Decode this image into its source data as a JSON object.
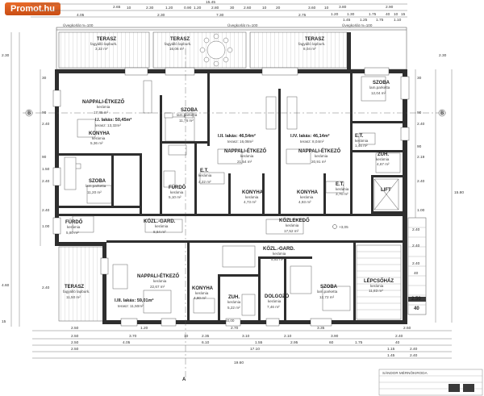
{
  "watermark": "Promot.hu",
  "top_dims": {
    "row1": [
      "2.65",
      "15.45",
      "3.80",
      "2.90"
    ],
    "row2": [
      "10",
      "2.30",
      "1.20",
      "0.90",
      "1.20",
      "2.80",
      "30",
      "2.60",
      "10",
      "20",
      "3.60",
      "10",
      "1.20",
      "1.30",
      "1.75",
      "40",
      "10",
      "15"
    ],
    "row3": [
      "4.05",
      "2.30",
      "7.30",
      "2.75",
      "1.45",
      "1.25",
      "1.75",
      "1.10"
    ]
  },
  "roof_notes": [
    "Üvegkorlát m=100",
    "Üvegkorlát m=100",
    "Üvegkorlát m=100"
  ],
  "rooms": [
    {
      "id": "terasz-nw",
      "name": "TERASZ",
      "sub": "fagyálló lapburk.",
      "area": "3,32 m²"
    },
    {
      "id": "terasz-n",
      "name": "TERASZ",
      "sub": "fagyálló lapburk.",
      "area": "16,06 m²"
    },
    {
      "id": "terasz-ne",
      "name": "TERASZ",
      "sub": "fagyálló lapburk.",
      "area": "8,04 m²"
    },
    {
      "id": "szoba-ne",
      "name": "SZOBA",
      "sub": "lam.parketta",
      "area": "12,04 m²"
    },
    {
      "id": "nappali-1",
      "name": "NAPPALI-ÉTKEZŐ",
      "sub": "kerámia",
      "area": "17,85 m²"
    },
    {
      "id": "szoba-1",
      "name": "SZOBA",
      "sub": "lam.parketta",
      "area": "11,76 m²"
    },
    {
      "id": "konyha-1",
      "name": "KONYHA",
      "sub": "kerámia",
      "area": "5,36 m²"
    },
    {
      "id": "nappali-2",
      "name": "NAPPALI-ÉTKEZŐ",
      "sub": "kerámia",
      "area": "21,54 m²"
    },
    {
      "id": "nappali-3",
      "name": "NAPPALI-ÉTKEZŐ",
      "sub": "kerámia",
      "area": "20,91 m²"
    },
    {
      "id": "et-ne",
      "name": "E.T.",
      "sub": "kerámia",
      "area": "1,46 m²"
    },
    {
      "id": "zuh-ne",
      "name": "ZUH.",
      "sub": "kerámia",
      "area": "4,67 m²"
    },
    {
      "id": "szoba-w",
      "name": "SZOBA",
      "sub": "lam.parketta",
      "area": "11,20 m²"
    },
    {
      "id": "furdo-1",
      "name": "FÜRDŐ",
      "sub": "kerámia",
      "area": "5,10 m²"
    },
    {
      "id": "et-1",
      "name": "E.T.",
      "sub": "kerámia",
      "area": "4,22 m²"
    },
    {
      "id": "konyha-2",
      "name": "KONYHA",
      "sub": "kerámia",
      "area": "4,73 m²"
    },
    {
      "id": "konyha-3",
      "name": "KONYHA",
      "sub": "kerámia",
      "area": "4,93 m²"
    },
    {
      "id": "et-2",
      "name": "E.T.",
      "sub": "kerámia",
      "area": "3,76 m²"
    },
    {
      "id": "lift",
      "name": "LIFT",
      "sub": "",
      "area": ""
    },
    {
      "id": "furdo-w",
      "name": "FÜRDŐ",
      "sub": "kerámia",
      "area": "5,80 m²"
    },
    {
      "id": "kozl-1",
      "name": "KÖZL.-GARD.",
      "sub": "kerámia",
      "area": "8,64 m²"
    },
    {
      "id": "kozlekedo",
      "name": "KÖZLEKEDŐ",
      "sub": "kerámia",
      "area": "17,52 m²"
    },
    {
      "id": "kozl-2",
      "name": "KÖZL.-GARD.",
      "sub": "kerámia",
      "area": "5,92 m²"
    },
    {
      "id": "nappali-4",
      "name": "NAPPALI-ÉTKEZŐ",
      "sub": "kerámia",
      "area": "22,67 m²"
    },
    {
      "id": "terasz-sw",
      "name": "TERASZ",
      "sub": "fagyálló lapburk.",
      "area": "11,50 m²"
    },
    {
      "id": "konyha-4",
      "name": "KONYHA",
      "sub": "kerámia",
      "area": "4,80 m²"
    },
    {
      "id": "zuh-s",
      "name": "ZUH.",
      "sub": "kerámia",
      "area": "5,22 m²"
    },
    {
      "id": "dolgozo",
      "name": "DOLGOZÓ",
      "sub": "kerámia",
      "area": "7,46 m²"
    },
    {
      "id": "szoba-s",
      "name": "SZOBA",
      "sub": "lam.parketta",
      "area": "12,72 m²"
    },
    {
      "id": "lepcsohaz",
      "name": "LÉPCSŐHÁZ",
      "sub": "kerámia",
      "area": "11,83 m²"
    }
  ],
  "apartments": [
    {
      "label": "I.I. lakás: 50,45m²",
      "terrace": "terasz: 13,32m²"
    },
    {
      "label": "I.II. lakás: 46,54m²",
      "terrace": "terasz: 16,08m²"
    },
    {
      "label": "I.IV. lakás: 46,14m²",
      "terrace": "terasz: 8,04m²"
    },
    {
      "label": "I.III. lakás: 59,01m²",
      "terrace": "terasz: 11,50m²"
    }
  ],
  "section_marks": {
    "left": "B",
    "right": "B",
    "bottom": "A"
  },
  "level": "+3,05",
  "zero_level": "±0,00",
  "left_dims": [
    "2.30",
    "30",
    "90",
    "2.40",
    "2.40",
    "90",
    "1.50",
    "2.40",
    "1.00",
    "4.60",
    "2.40",
    "15"
  ],
  "right_dims": [
    "2.30",
    "30",
    "90",
    "2.40",
    "90",
    "2.19",
    "2.40",
    "1.00",
    "2.40",
    "2.40",
    "2.40",
    "40",
    "2.50",
    "40",
    "15.80"
  ],
  "bottom_dims": {
    "row1": [
      "2.50",
      "1.20",
      "2.70",
      "3.35",
      "2.50"
    ],
    "row2": [
      "2.50",
      "3.70",
      "10",
      "2.35",
      "3.10",
      "2.10",
      "3.90"
    ],
    "row3": [
      "2.50",
      "4.05",
      "6.10",
      "1.55",
      "2.95",
      "60",
      "1.75"
    ],
    "row4": [
      "2.50",
      "17.10"
    ],
    "total": "19.60"
  },
  "stair_dims": [
    "2.40",
    "40",
    "2.40",
    "2.40",
    "1.15",
    "1.45"
  ],
  "stamp_text": "SÁNDOR MÉRNÖKIRODA"
}
